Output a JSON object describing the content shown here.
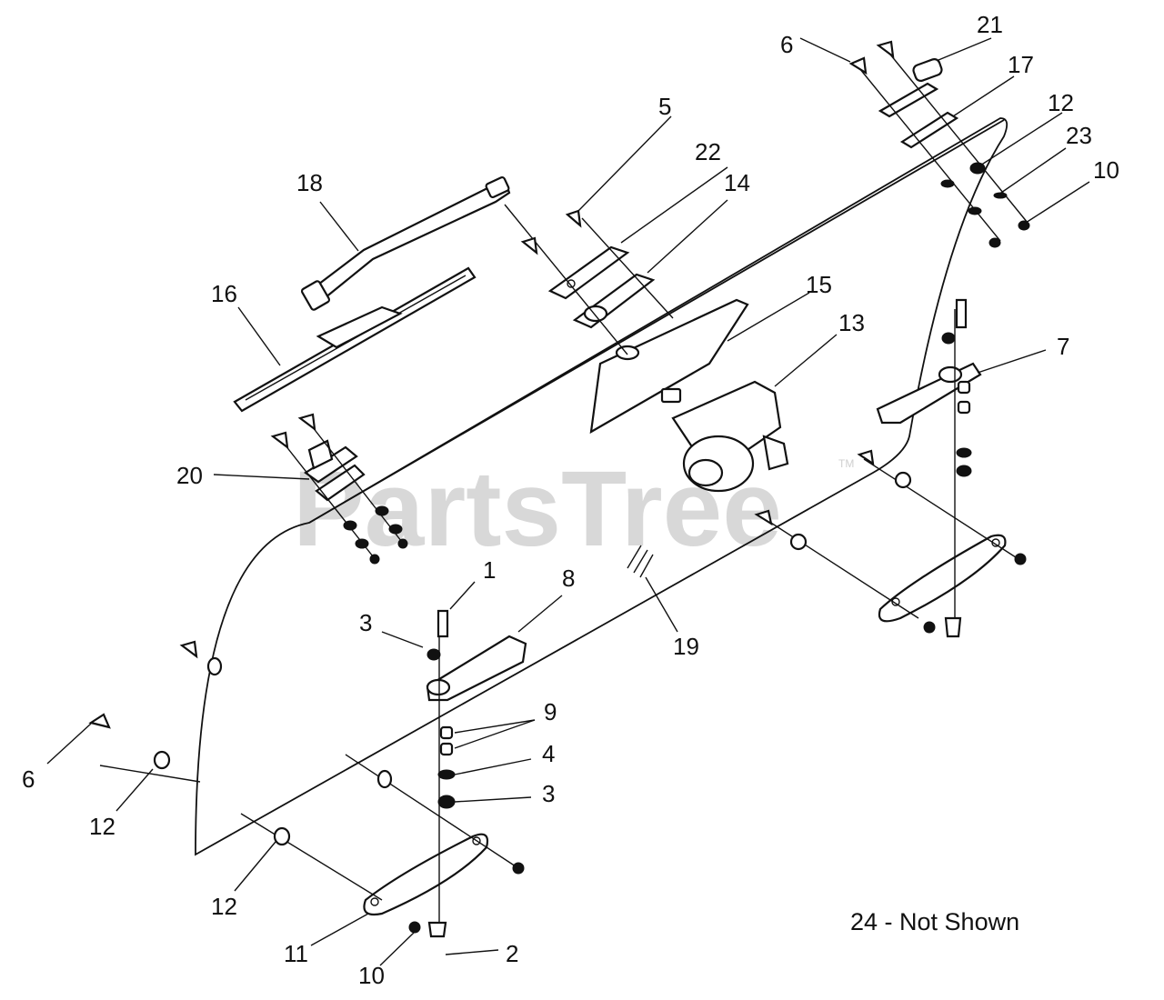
{
  "watermark": "PartsTree",
  "watermark_tm": "TM",
  "note": "24 - Not Shown",
  "callouts": {
    "c1": "1",
    "c2": "2",
    "c3a": "3",
    "c3b": "3",
    "c4": "4",
    "c5": "5",
    "c6a": "6",
    "c6b": "6",
    "c7": "7",
    "c8": "8",
    "c9": "9",
    "c10a": "10",
    "c10b": "10",
    "c11": "11",
    "c12a": "12",
    "c12b": "12",
    "c12c": "12",
    "c13": "13",
    "c14": "14",
    "c15": "15",
    "c16": "16",
    "c17": "17",
    "c18": "18",
    "c19": "19",
    "c20": "20",
    "c21": "21",
    "c22": "22",
    "c23": "23"
  }
}
